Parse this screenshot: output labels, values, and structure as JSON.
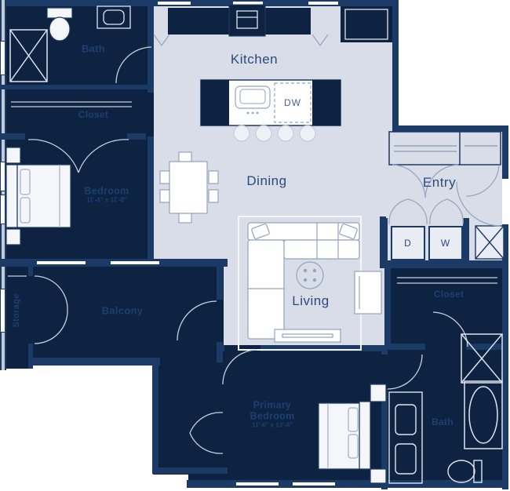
{
  "colors": {
    "wall": "#1b3a66",
    "dark_room": "#0e2342",
    "light_room": "#d8dde8",
    "label_on_light": "#2b4a7e",
    "label_on_dark": "#1e3f70"
  },
  "rooms": {
    "kitchen": {
      "label": "Kitchen"
    },
    "dining": {
      "label": "Dining"
    },
    "living": {
      "label": "Living"
    },
    "entry": {
      "label": "Entry"
    },
    "bath_upper": {
      "label": "Bath"
    },
    "closet_upper": {
      "label": "Closet"
    },
    "bedroom": {
      "label": "Bedroom",
      "dims": "11'-4\" x 11'-0\""
    },
    "storage": {
      "label": "Storage"
    },
    "balcony": {
      "label": "Balcony"
    },
    "closet_primary": {
      "label": "Closet"
    },
    "bath_primary": {
      "label": "Bath"
    },
    "primary_bedroom": {
      "line1": "Primary",
      "line2": "Bedroom",
      "dims": "11'-6\" x 13'-6\""
    }
  },
  "labels": {
    "dishwasher": "DW",
    "dryer": "D",
    "washer": "W"
  }
}
